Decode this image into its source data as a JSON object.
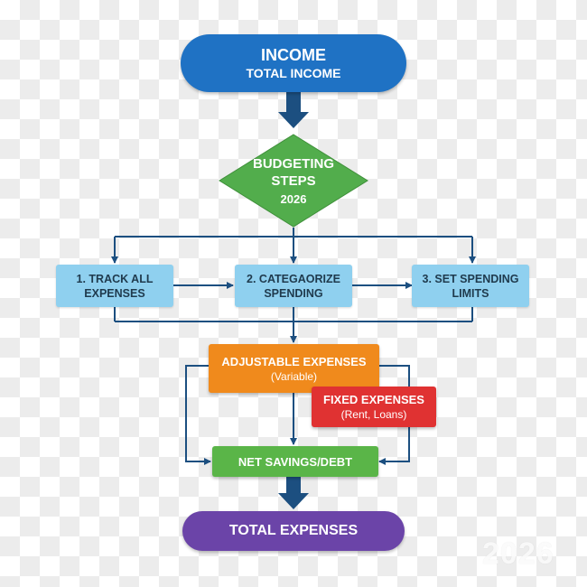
{
  "colors": {
    "income": "#1f72c4",
    "budgeting": "#52ad4c",
    "steps": "#8fd0ef",
    "adjustable": "#f08a1c",
    "fixed": "#e03232",
    "net_savings": "#5ab548",
    "total_expenses": "#6b44a8",
    "connector": "#1c4f80"
  },
  "income": {
    "title": "INCOME",
    "subtitle": "TOTAL INCOME"
  },
  "budgeting": {
    "line1": "BUDGETING",
    "line2": "STEPS",
    "year": "2026"
  },
  "steps": [
    {
      "line1": "1. TRACK ALL",
      "line2": "EXPENSES"
    },
    {
      "line1": "2. CATEGAORIZE",
      "line2": "SPENDING"
    },
    {
      "line1": "3. SET SPENDING",
      "line2": "LIMITS"
    }
  ],
  "adjustable": {
    "title": "ADJUSTABLE EXPENSES",
    "subtitle": "(Variable)"
  },
  "fixed": {
    "title": "FIXED EXPENSES",
    "subtitle": "(Rent, Loans)"
  },
  "net_savings": {
    "title": "NET SAVINGS/DEBT"
  },
  "total_expenses": {
    "title": "TOTAL EXPENSES"
  },
  "watermark": "2026"
}
